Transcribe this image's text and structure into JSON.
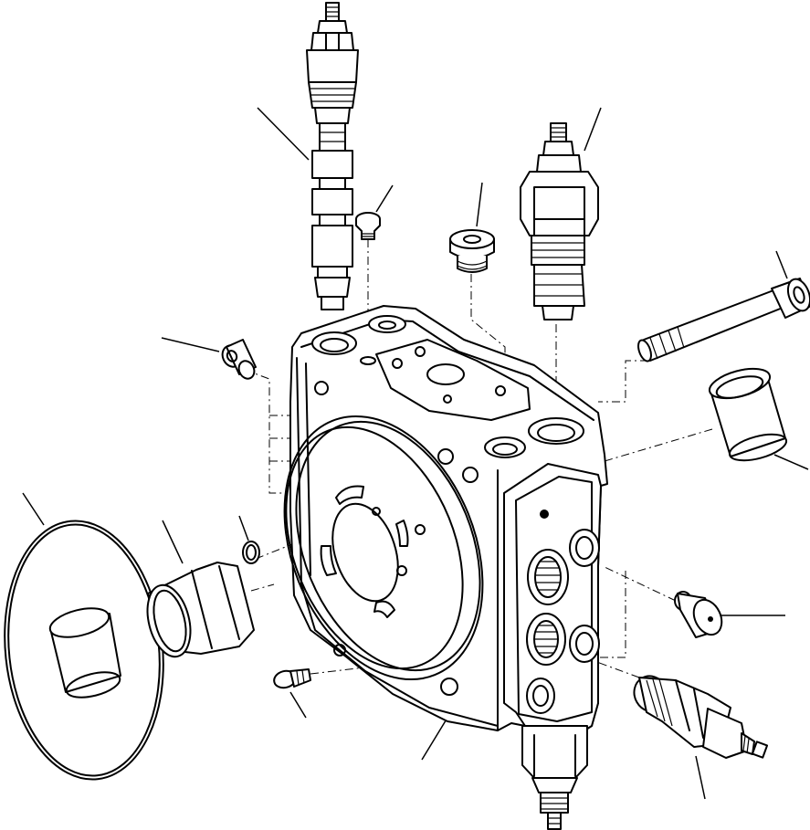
{
  "figure": {
    "kind": "exploded parts diagram",
    "line_color": "#000000",
    "background_color": "#ffffff"
  },
  "parts": [
    {
      "name": "spool-valve-assembly",
      "icon": "spool-valve-icon"
    },
    {
      "name": "small-plug-top",
      "icon": "plug-icon"
    },
    {
      "name": "plug-with-oring-top",
      "icon": "plug-icon"
    },
    {
      "name": "relief-valve-top",
      "icon": "relief-valve-icon"
    },
    {
      "name": "bolt",
      "icon": "bolt-icon"
    },
    {
      "name": "sleeve-right",
      "icon": "sleeve-icon"
    },
    {
      "name": "plug-left",
      "icon": "plug-icon"
    },
    {
      "name": "cover-disc",
      "icon": "disc-icon"
    },
    {
      "name": "bushing-left",
      "icon": "bushing-icon"
    },
    {
      "name": "o-ring",
      "icon": "o-ring-icon"
    },
    {
      "name": "plug-right",
      "icon": "plug-icon"
    },
    {
      "name": "relief-valve-bottom-right",
      "icon": "relief-valve-icon"
    },
    {
      "name": "screw-bottom-left",
      "icon": "screw-icon"
    },
    {
      "name": "valve-housing",
      "icon": "housing-icon"
    },
    {
      "name": "bottom-valve-cartridge",
      "icon": "cartridge-icon"
    }
  ]
}
